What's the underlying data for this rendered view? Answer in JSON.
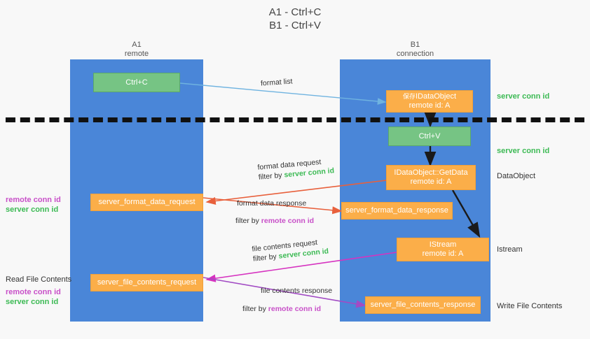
{
  "title_lines": [
    "A1 - Ctrl+C",
    "B1 - Ctrl+V"
  ],
  "lanes": [
    {
      "name": "A1",
      "sub": "remote"
    },
    {
      "name": "B1",
      "sub": "connection"
    }
  ],
  "boxes": {
    "ctrl_c": "Ctrl+C",
    "ctrl_v": "Ctrl+V",
    "idataobject_prefix": "保存",
    "idataobject": "IDataObject",
    "idataobject_id": "remote id: A",
    "getdata": "IDataObject::GetData",
    "getdata_id": "remote id: A",
    "istream": "IStream",
    "istream_id": "remote id: A",
    "fmt_req": "server_format_data_request",
    "fmt_resp": "server_format_data_response",
    "file_req": "server_file_contents_request",
    "file_resp": "server_file_contents_response"
  },
  "edges": {
    "format_list": "format list",
    "fmt_req_l1": "format data request",
    "fmt_req_l2a": "filter by ",
    "fmt_req_l2b": "server conn id",
    "fmt_resp_l1": "format data response",
    "fmt_resp_l2a": "filter by ",
    "fmt_resp_l2b": "remote conn id",
    "file_req_l1": "file contents request",
    "file_req_l2a": "filter by ",
    "file_req_l2b": "server conn id",
    "file_resp_l1": "file contents response",
    "file_resp_l2a": "filter by ",
    "file_resp_l2b": "remote conn id"
  },
  "right_labels": {
    "server_conn_1": "server conn id",
    "server_conn_2": "server conn id",
    "dataobject": "DataObject",
    "istream": "Istream",
    "write_file": "Write File Contents"
  },
  "left_labels": {
    "remote_conn_1": "remote conn id",
    "server_conn_1": "server conn id",
    "read_file": "Read File Contents",
    "remote_conn_2": "remote conn id",
    "server_conn_2": "server conn id"
  },
  "colors": {
    "lane": "#4a86d8",
    "green_box": "#76c484",
    "orange_box": "#fbae49",
    "green_text": "#3cba54",
    "magenta_text": "#c850c8",
    "blue_arrow": "#6fb3e0",
    "red_arrow": "#e8603c",
    "magenta_arrow": "#d633c0",
    "purple_arrow": "#a24bc4",
    "black_arrow": "#1a1a1a",
    "background": "#f8f8f8"
  }
}
